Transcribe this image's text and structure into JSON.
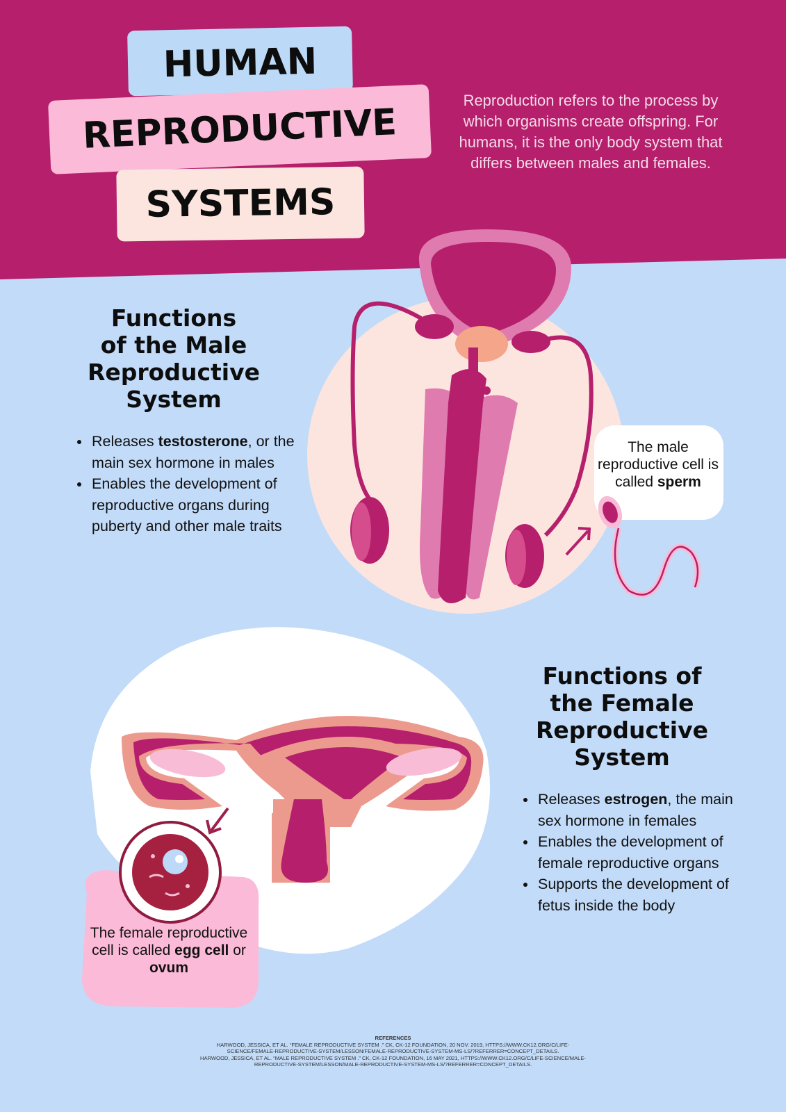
{
  "title": {
    "line1": "HUMAN",
    "line2": "REPRODUCTIVE",
    "line3": "SYSTEMS"
  },
  "intro": "Reproduction refers to the process by which organisms create offspring. For humans, it is the only body system that differs between males and females.",
  "male": {
    "title_lines": [
      "Functions",
      "of the Male",
      "Reproductive",
      "System"
    ],
    "bullets": [
      {
        "pre": "Releases ",
        "bold": "testosterone",
        "post": ", or the main sex hormone in males"
      },
      {
        "pre": "Enables the development of reproductive organs during puberty and other male traits",
        "bold": "",
        "post": ""
      }
    ],
    "callout": {
      "pre": "The male reproductive cell is called ",
      "bold": "sperm"
    }
  },
  "female": {
    "title_lines": [
      "Functions of",
      "the Female",
      "Reproductive",
      "System"
    ],
    "bullets": [
      {
        "pre": "Releases ",
        "bold": "estrogen",
        "post": ", the main sex hormone in females"
      },
      {
        "pre": "Enables the development of female reproductive organs",
        "bold": "",
        "post": ""
      },
      {
        "pre": "Supports the development of fetus inside the body",
        "bold": "",
        "post": ""
      }
    ],
    "callout": {
      "pre": "The female reproductive cell is called ",
      "bold1": "egg cell",
      "mid": " or ",
      "bold2": "ovum"
    }
  },
  "references": {
    "heading": "REFERENCES",
    "lines": [
      "HARWOOD, JESSICA, ET AL. “FEMALE REPRODUCTIVE SYSTEM .” CK, CK-12 FOUNDATION, 20 NOV. 2019, HTTPS://WWW.CK12.ORG/C/LIFE-",
      "SCIENCE/FEMALE-REPRODUCTIVE-SYSTEM/LESSON/FEMALE-REPRODUCTIVE-SYSTEM-MS-LS/?REFERRER=CONCEPT_DETAILS.",
      "HARWOOD, JESSICA, ET AL. “MALE REPRODUCTIVE SYSTEM .” CK, CK-12 FOUNDATION, 16 MAY 2021, HTTPS://WWW.CK12.ORG/C/LIFE-SCIENCE/MALE-",
      "REPRODUCTIVE-SYSTEM/LESSON/MALE-REPRODUCTIVE-SYSTEM-MS-LS/?REFERRER=CONCEPT_DETAILS."
    ]
  },
  "colors": {
    "magenta": "#b51f6c",
    "light_blue_bg": "#c2dbf8",
    "pink": "#fbbad8",
    "peach": "#fde5df",
    "mauve": "#e07bb0",
    "salmon": "#ec9a8e"
  },
  "icons": {
    "male_illustration": "male-reproductive-system-illustration",
    "female_illustration": "female-reproductive-system-illustration",
    "sperm": "sperm-icon",
    "egg": "egg-cell-icon",
    "arrows": "arrow-icon"
  }
}
